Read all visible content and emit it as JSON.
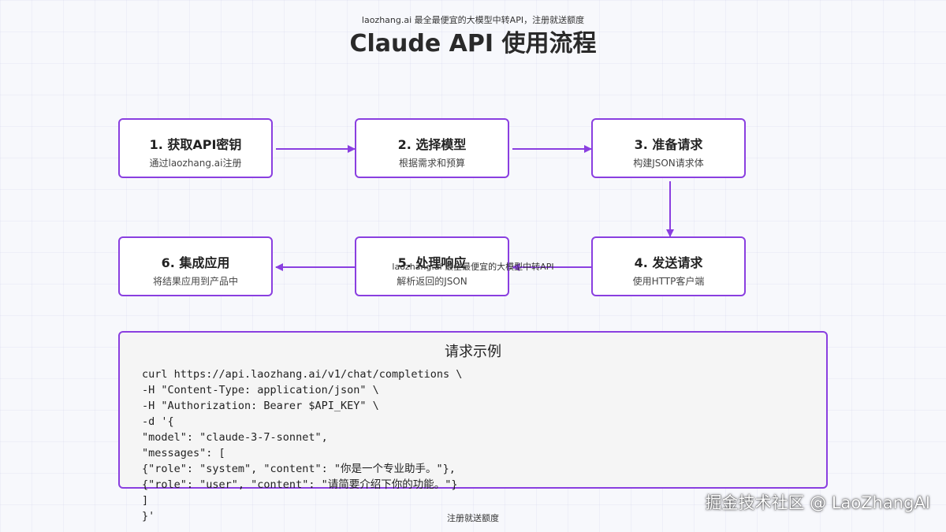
{
  "watermark": {
    "top": "laozhang.ai 最全最便宜的大模型中转API，注册就送额度",
    "middle": "laozhang.ai 最全最便宜的大模型中转API",
    "bottom": "注册就送额度"
  },
  "title": "Claude API 使用流程",
  "steps": [
    {
      "title": "1. 获取API密钥",
      "desc": "通过laozhang.ai注册"
    },
    {
      "title": "2. 选择模型",
      "desc": "根据需求和预算"
    },
    {
      "title": "3. 准备请求",
      "desc": "构建JSON请求体"
    },
    {
      "title": "4. 发送请求",
      "desc": "使用HTTP客户端"
    },
    {
      "title": "5. 处理响应",
      "desc": "解析返回的JSON"
    },
    {
      "title": "6. 集成应用",
      "desc": "将结果应用到产品中"
    }
  ],
  "code_example": {
    "title": "请求示例",
    "lines": [
      "curl https://api.laozhang.ai/v1/chat/completions \\",
      "-H \"Content-Type: application/json\" \\",
      "-H \"Authorization: Bearer $API_KEY\" \\",
      "-d '{",
      "\"model\": \"claude-3-7-sonnet\",",
      "\"messages\": [",
      "{\"role\": \"system\", \"content\": \"你是一个专业助手。\"},",
      "{\"role\": \"user\", \"content\": \"请简要介绍下你的功能。\"}",
      "]",
      "}'"
    ]
  },
  "credit": "掘金技术社区 @ LaoZhangAI",
  "colors": {
    "accent": "#8a3fe0",
    "box_background": "#ffffff",
    "code_background": "#f5f5f5"
  }
}
